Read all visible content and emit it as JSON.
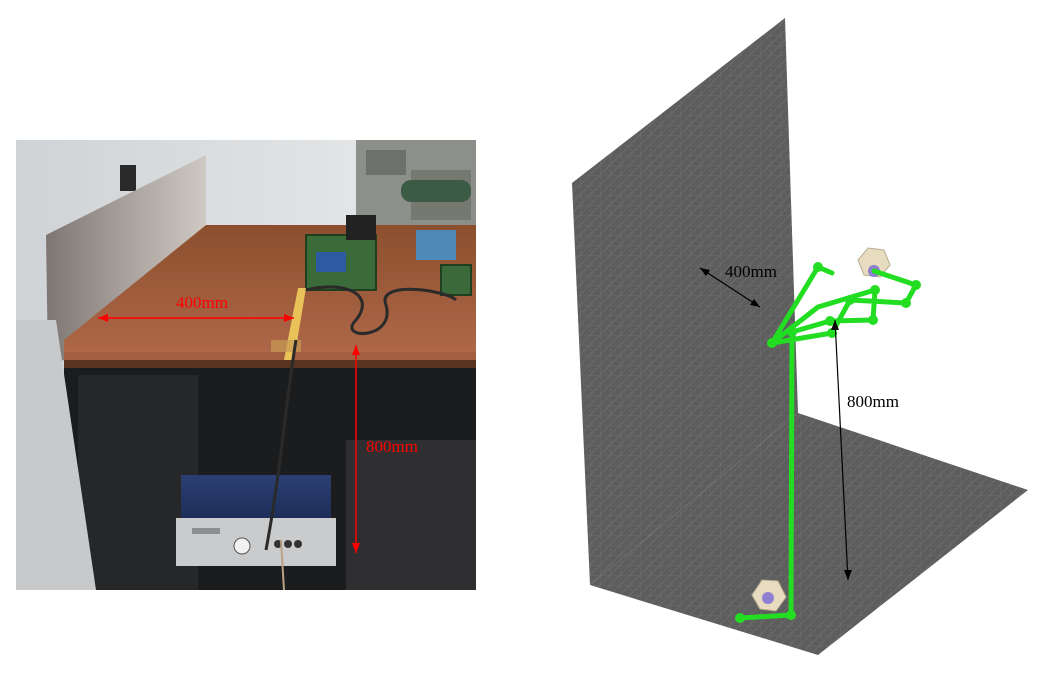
{
  "photo": {
    "label_width": "400mm",
    "label_height": "800mm",
    "annotation_color": "#ff0000"
  },
  "model": {
    "label_width": "400mm",
    "label_height": "800mm",
    "annotation_color": "#000000",
    "cable_color": "#22dd22",
    "ground_plane_color": "#5a5a5a",
    "port_box_color": "#e8dcc0"
  }
}
